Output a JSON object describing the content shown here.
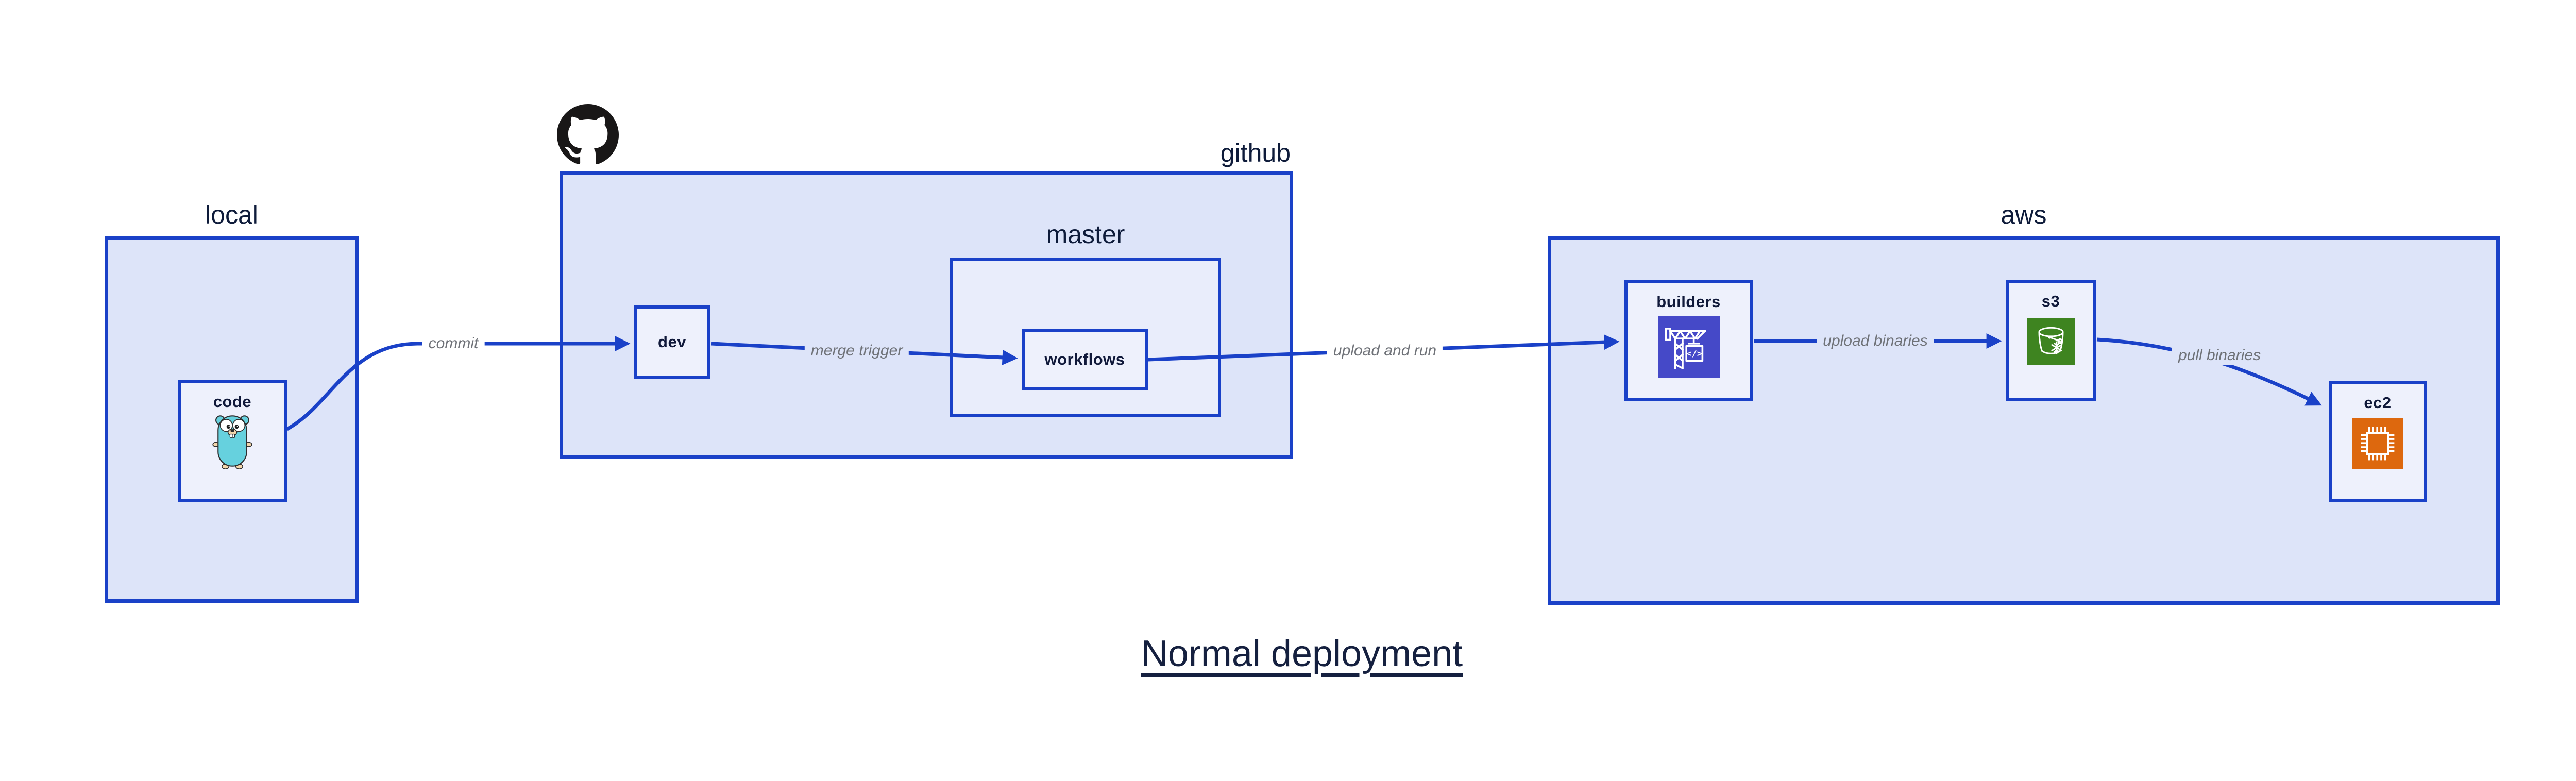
{
  "title": "Normal deployment",
  "groups": {
    "local": {
      "label": "local"
    },
    "github": {
      "label": "github"
    },
    "master": {
      "label": "master"
    },
    "aws": {
      "label": "aws"
    }
  },
  "nodes": {
    "code": {
      "label": "code",
      "icon": "go-gopher-icon"
    },
    "dev": {
      "label": "dev"
    },
    "workflows": {
      "label": "workflows"
    },
    "builders": {
      "label": "builders",
      "icon": "codebuild-crane-icon"
    },
    "s3": {
      "label": "s3",
      "icon": "s3-bucket-icon"
    },
    "ec2": {
      "label": "ec2",
      "icon": "ec2-chip-icon"
    }
  },
  "edges": {
    "commit": {
      "from": "code",
      "to": "dev",
      "label": "commit"
    },
    "merge_trigger": {
      "from": "dev",
      "to": "workflows",
      "label": "merge trigger"
    },
    "upload_and_run": {
      "from": "workflows",
      "to": "builders",
      "label": "upload and run"
    },
    "upload_binaries": {
      "from": "builders",
      "to": "s3",
      "label": "upload binaries"
    },
    "pull_binaries": {
      "from": "s3",
      "to": "ec2",
      "label": "pull binaries"
    }
  },
  "colors": {
    "box_border": "#1a41c8",
    "arrow": "#1a41c8",
    "group_fill": "#dde4f9",
    "subgroup_fill": "#e9edfb",
    "node_fill": "#eef1fc",
    "group_label_text": "#0e1b3a",
    "node_label_text": "#10193a",
    "edge_label_text": "#6f7278",
    "title_text": "#15203f",
    "github_logo": "#191717",
    "builders_icon_bg": "#4549c8",
    "s3_icon_bg": "#3e8420",
    "ec2_icon_bg": "#dd680e",
    "gopher_body": "#66d1de",
    "gopher_accent": "#f4d7ac"
  }
}
